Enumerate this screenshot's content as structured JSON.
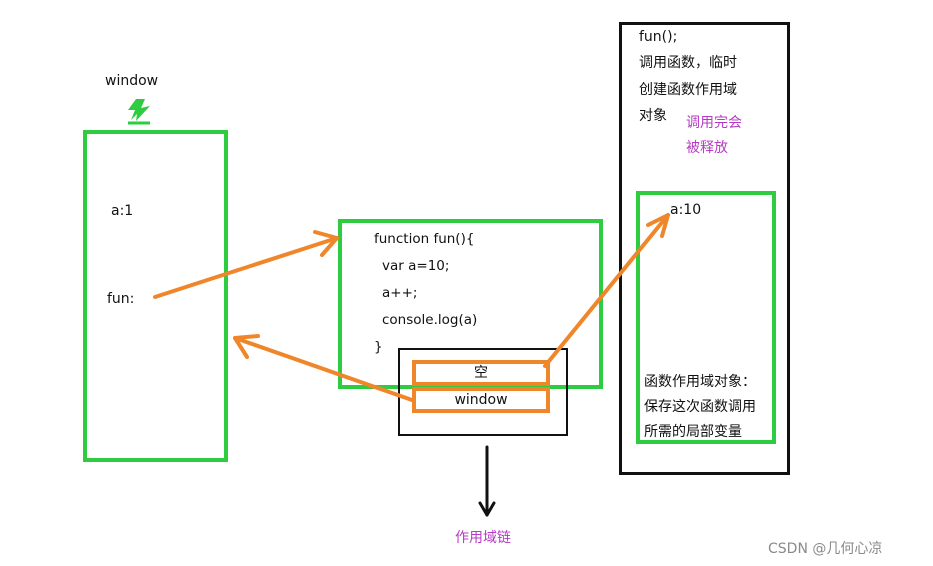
{
  "window_label": "window",
  "window_box": {
    "var_a": "a:1",
    "var_fun": "fun:"
  },
  "function_box": {
    "lines": [
      "function fun(){",
      "var a=10;",
      "a++;",
      "console.log(a)",
      "}"
    ]
  },
  "scope_chain": {
    "slot_top": "空",
    "slot_bottom": "window",
    "caption": "作用域链"
  },
  "call_panel": {
    "call": "fun();",
    "desc": [
      "调用函数，临时",
      "创建函数作用域",
      "对象"
    ],
    "release_note": [
      "调用完会",
      "被释放"
    ],
    "scope_var": "a:10",
    "scope_desc": [
      "函数作用域对象：",
      "保存这次函数调用",
      "所需的局部变量"
    ]
  },
  "watermark": "CSDN @几何心凉",
  "colors": {
    "green": "#2ecc40",
    "orange": "#f0862a",
    "purple": "#b43cc3",
    "black": "#111111"
  },
  "icons": [
    "lightning-icon"
  ]
}
